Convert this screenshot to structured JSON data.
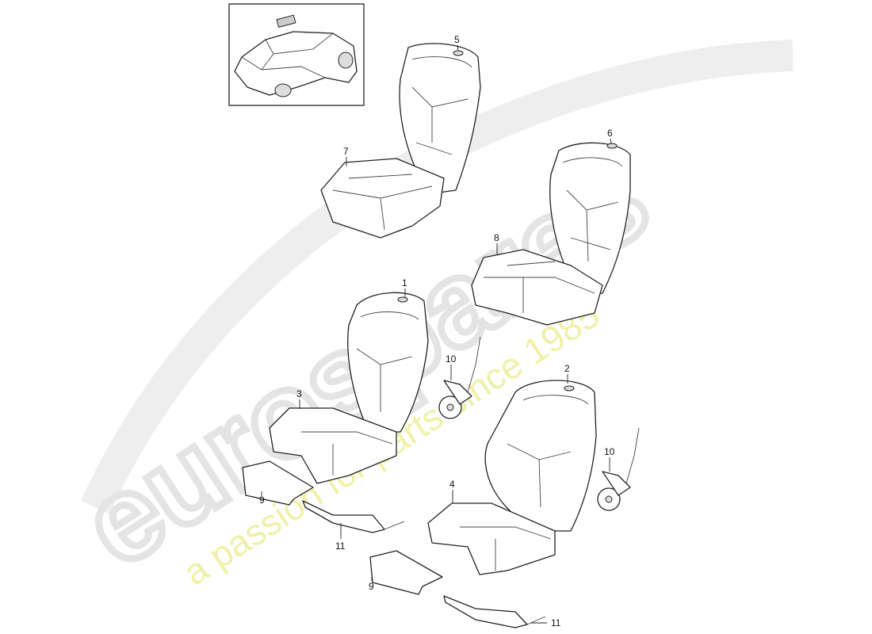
{
  "watermark": {
    "brand": "eurospares",
    "tagline": "a passion for parts since 1985",
    "brand_color": "#e4e4e4",
    "tagline_color": "#f1f0a8"
  },
  "thumbnail": {
    "subject": "vehicle-overview-icon"
  },
  "callouts": [
    {
      "id": "5",
      "label": "5"
    },
    {
      "id": "7",
      "label": "7"
    },
    {
      "id": "6",
      "label": "6"
    },
    {
      "id": "8",
      "label": "8"
    },
    {
      "id": "1",
      "label": "1"
    },
    {
      "id": "10a",
      "label": "10"
    },
    {
      "id": "3",
      "label": "3"
    },
    {
      "id": "2",
      "label": "2"
    },
    {
      "id": "10b",
      "label": "10"
    },
    {
      "id": "4",
      "label": "4"
    },
    {
      "id": "9a",
      "label": "9"
    },
    {
      "id": "11a",
      "label": "11"
    },
    {
      "id": "9b",
      "label": "9"
    },
    {
      "id": "11b",
      "label": "11"
    }
  ]
}
